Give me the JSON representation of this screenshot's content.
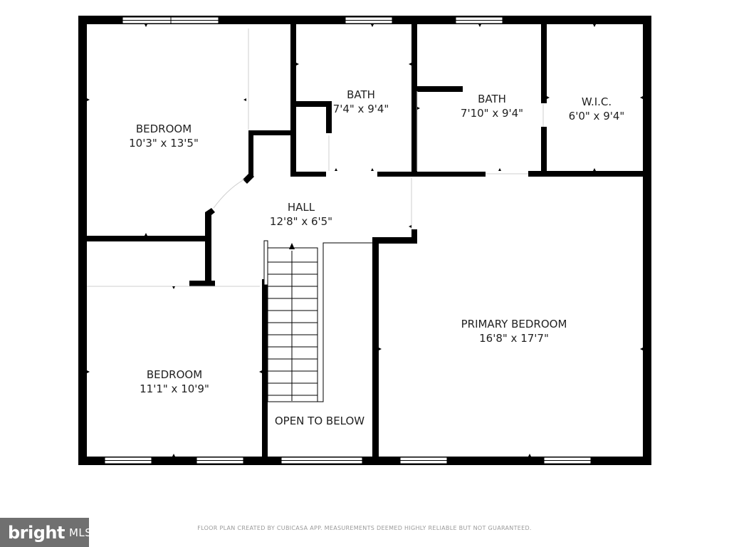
{
  "rooms": {
    "bedroom_nw": {
      "name": "BEDROOM",
      "dims": "10'3\" x 13'5\""
    },
    "bath_1": {
      "name": "BATH",
      "dims": "7'4\" x 9'4\""
    },
    "bath_2": {
      "name": "BATH",
      "dims": "7'10\" x 9'4\""
    },
    "wic": {
      "name": "W.I.C.",
      "dims": "6'0\" x 9'4\""
    },
    "hall": {
      "name": "HALL",
      "dims": "12'8\" x 6'5\""
    },
    "primary_bedroom": {
      "name": "PRIMARY BEDROOM",
      "dims": "16'8\" x 17'7\""
    },
    "bedroom_sw": {
      "name": "BEDROOM",
      "dims": "11'1\" x 10'9\""
    },
    "open_to_below": {
      "name": "OPEN TO BELOW"
    }
  },
  "footer": {
    "disclaimer": "FLOOR PLAN CREATED BY CUBICASA APP. MEASUREMENTS DEEMED HIGHLY RELIABLE BUT NOT GUARANTEED.",
    "logo_word": "bright",
    "logo_suffix": "MLS"
  },
  "colors": {
    "wall": "#000000",
    "background": "#ffffff",
    "badge": "#707070"
  }
}
